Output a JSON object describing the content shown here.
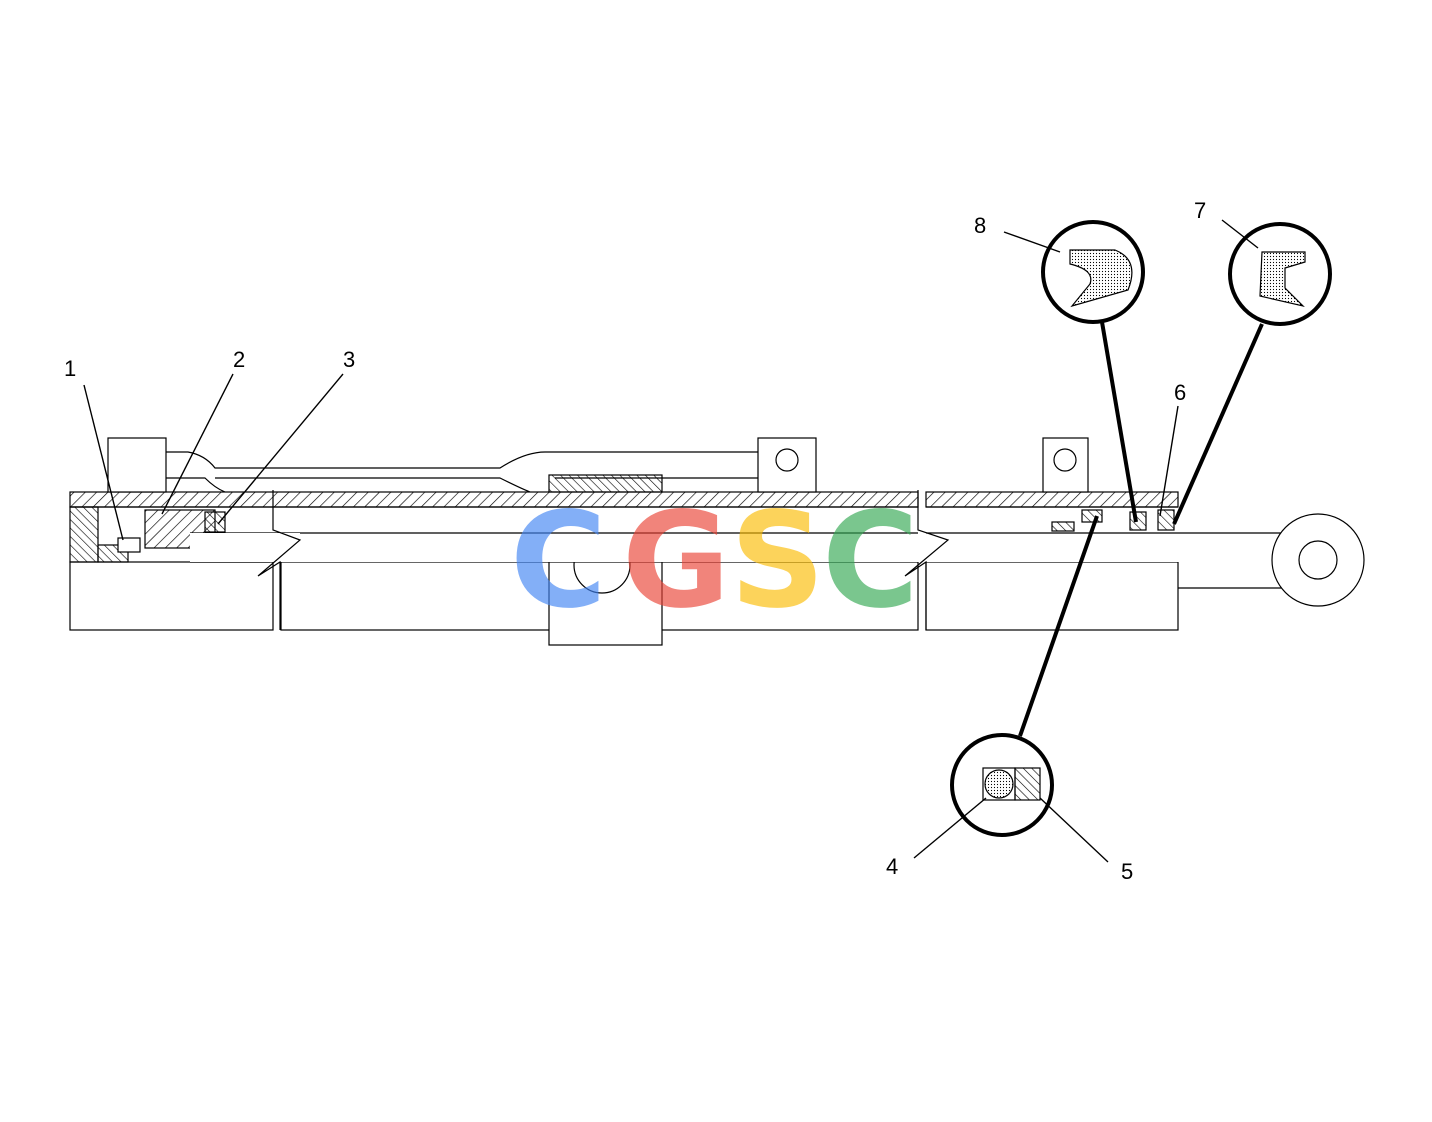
{
  "callouts": [
    {
      "id": "1",
      "label": "1"
    },
    {
      "id": "2",
      "label": "2"
    },
    {
      "id": "3",
      "label": "3"
    },
    {
      "id": "4",
      "label": "4"
    },
    {
      "id": "5",
      "label": "5"
    },
    {
      "id": "6",
      "label": "6"
    },
    {
      "id": "7",
      "label": "7"
    },
    {
      "id": "8",
      "label": "8"
    }
  ],
  "watermark": {
    "letters": [
      "C",
      "G",
      "S",
      "C"
    ],
    "colors": [
      "#4285F4",
      "#EA4335",
      "#FBBC05",
      "#34A853"
    ]
  },
  "colors": {
    "line": "#000000",
    "background": "#ffffff"
  }
}
